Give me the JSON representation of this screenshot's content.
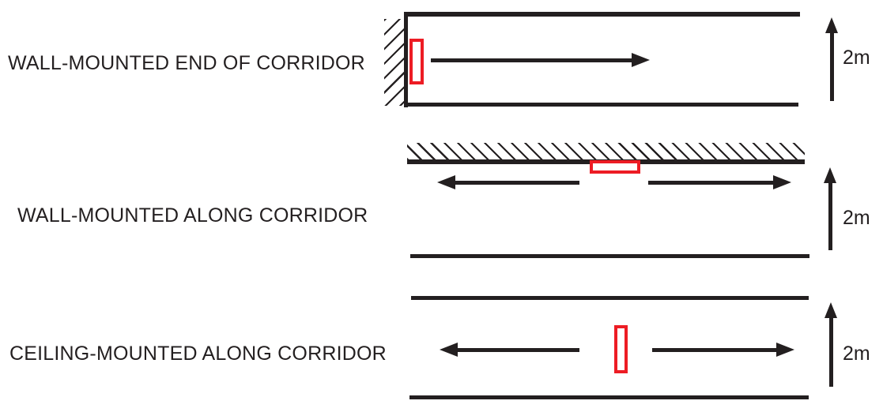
{
  "rows": [
    {
      "label": "WALL-MOUNTED END OF CORRIDOR",
      "dimension": "2m"
    },
    {
      "label": "WALL-MOUNTED ALONG CORRIDOR",
      "dimension": "2m"
    },
    {
      "label": "CEILING-MOUNTED ALONG CORRIDOR",
      "dimension": "2m"
    }
  ],
  "colors": {
    "line": "#231f20",
    "sensor_outline": "#ed1c24",
    "background": "#ffffff"
  }
}
